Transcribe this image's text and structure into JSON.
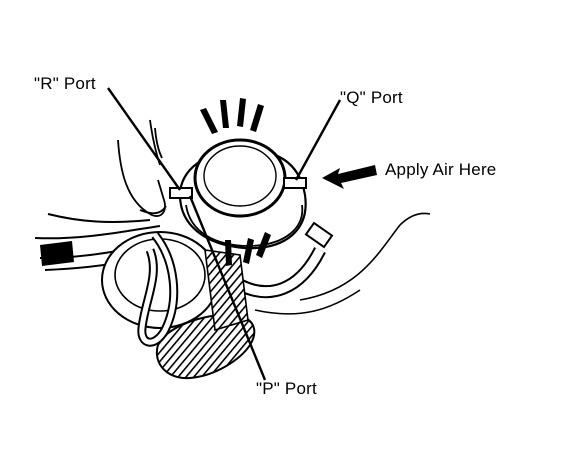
{
  "labels": {
    "r_port": "\"R\" Port",
    "q_port": "\"Q\" Port",
    "apply_air": "Apply Air Here",
    "p_port": "\"P\" Port"
  },
  "colors": {
    "ink": "#000000",
    "paper": "#ffffff"
  }
}
